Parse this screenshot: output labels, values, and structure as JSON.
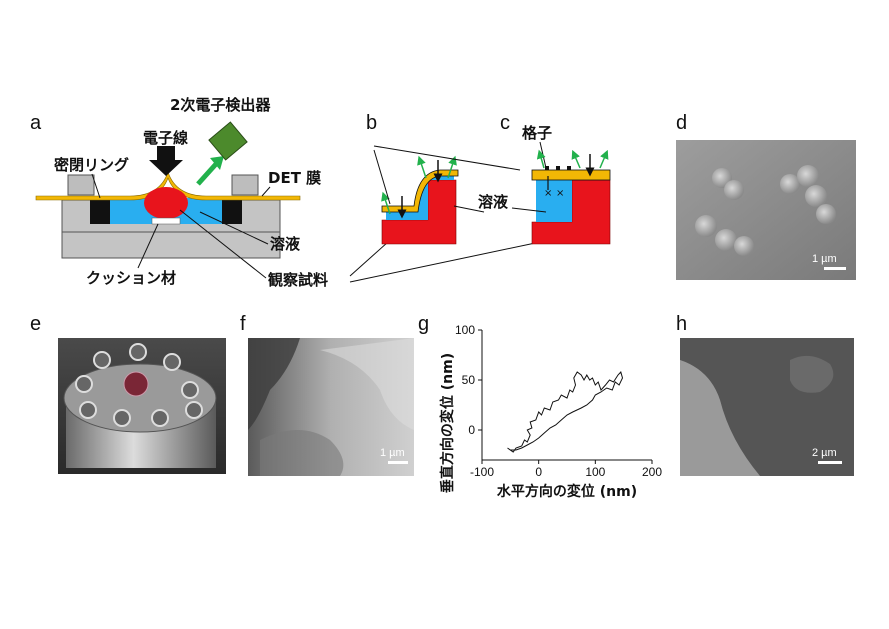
{
  "panel_letters": [
    "a",
    "b",
    "c",
    "d",
    "e",
    "f",
    "g",
    "h"
  ],
  "labels": {
    "detector": "2次電子検出器",
    "electron_beam": "電子線",
    "seal_ring": "密閉リング",
    "det_film": "DET 膜",
    "solution_a": "溶液",
    "cushion": "クッション材",
    "sample": "観察試料",
    "lattice": "格子",
    "solution_bc": "溶液"
  },
  "scale_bars": {
    "d": "1 µm",
    "f": "1 µm",
    "h": "2 µm"
  },
  "colors": {
    "solution": "#29aef0",
    "film": "#f2b705",
    "base_red": "#e8141c",
    "sample_red": "#e8141c",
    "arrow_green": "#22b14c",
    "detector": "#4c8a2c",
    "metal": "#b5b5b5"
  },
  "chart_data": {
    "type": "line",
    "xlabel": "水平方向の変位 (nm)",
    "ylabel": "垂直方向の変位 (nm)",
    "xlim": [
      -100,
      200
    ],
    "ylim": [
      -30,
      100
    ],
    "xticks": [
      -100,
      0,
      100,
      200
    ],
    "yticks": [
      0,
      50,
      100
    ],
    "grid": false,
    "series": [
      {
        "points": [
          [
            -55,
            -18
          ],
          [
            -45,
            -22
          ],
          [
            -40,
            -18
          ],
          [
            -30,
            -16
          ],
          [
            -25,
            -10
          ],
          [
            -20,
            -12
          ],
          [
            -15,
            -5
          ],
          [
            -20,
            0
          ],
          [
            -12,
            2
          ],
          [
            -15,
            8
          ],
          [
            -5,
            10
          ],
          [
            0,
            18
          ],
          [
            5,
            15
          ],
          [
            10,
            22
          ],
          [
            20,
            20
          ],
          [
            25,
            28
          ],
          [
            35,
            30
          ],
          [
            40,
            35
          ],
          [
            50,
            32
          ],
          [
            55,
            40
          ],
          [
            60,
            38
          ],
          [
            65,
            45
          ],
          [
            62,
            52
          ],
          [
            68,
            58
          ],
          [
            75,
            55
          ],
          [
            80,
            50
          ],
          [
            85,
            55
          ],
          [
            90,
            50
          ],
          [
            95,
            52
          ],
          [
            100,
            45
          ],
          [
            105,
            48
          ],
          [
            110,
            40
          ],
          [
            118,
            45
          ],
          [
            125,
            50
          ],
          [
            132,
            48
          ],
          [
            140,
            55
          ],
          [
            145,
            58
          ],
          [
            148,
            52
          ],
          [
            142,
            45
          ],
          [
            135,
            48
          ],
          [
            130,
            40
          ],
          [
            120,
            42
          ],
          [
            110,
            38
          ],
          [
            100,
            35
          ],
          [
            95,
            30
          ],
          [
            85,
            25
          ],
          [
            75,
            22
          ],
          [
            60,
            18
          ],
          [
            50,
            15
          ],
          [
            40,
            10
          ],
          [
            30,
            5
          ],
          [
            20,
            2
          ],
          [
            10,
            -3
          ],
          [
            0,
            -8
          ],
          [
            -10,
            -12
          ],
          [
            -20,
            -15
          ],
          [
            -30,
            -18
          ],
          [
            -40,
            -20
          ],
          [
            -50,
            -20
          ]
        ]
      }
    ]
  }
}
